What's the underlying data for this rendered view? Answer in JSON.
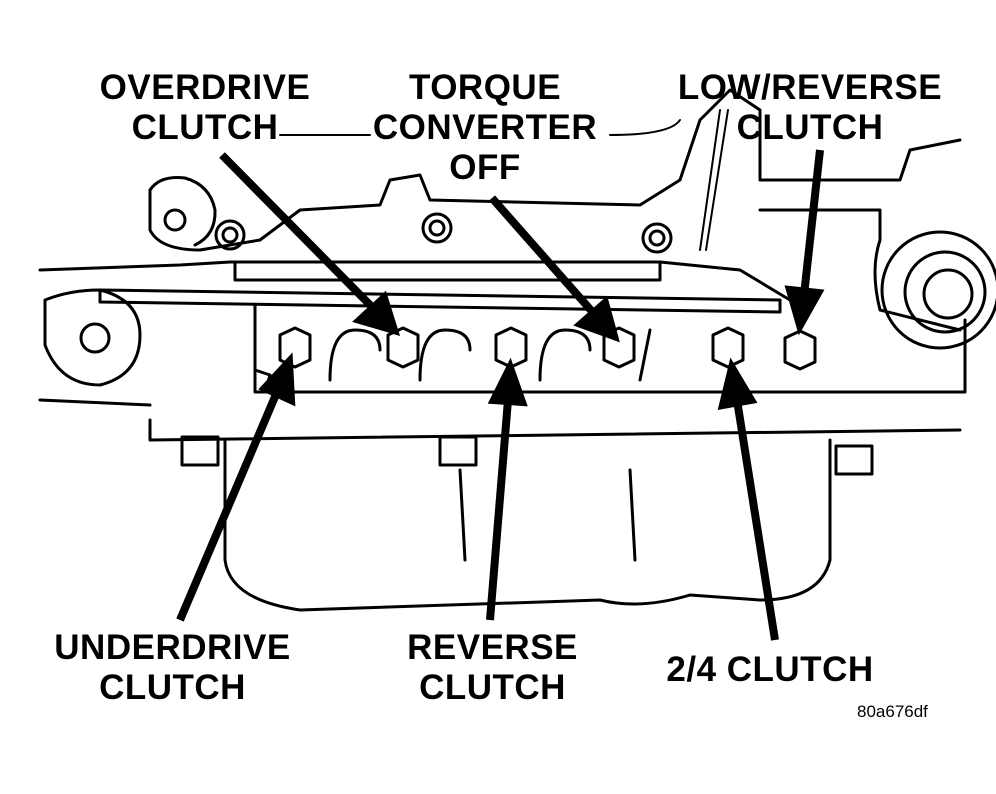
{
  "labels": {
    "overdrive": [
      "OVERDRIVE",
      "CLUTCH"
    ],
    "torque": [
      "TORQUE",
      "CONVERTER",
      "OFF"
    ],
    "lowrev": [
      "LOW/REVERSE",
      "CLUTCH"
    ],
    "underdrive": [
      "UNDERDRIVE",
      "CLUTCH"
    ],
    "reverse": [
      "REVERSE",
      "CLUTCH"
    ],
    "twofour": [
      "2/4 CLUTCH"
    ]
  },
  "figure_code": "80a676df",
  "colors": {
    "ink": "#000000",
    "paper": "#ffffff"
  }
}
